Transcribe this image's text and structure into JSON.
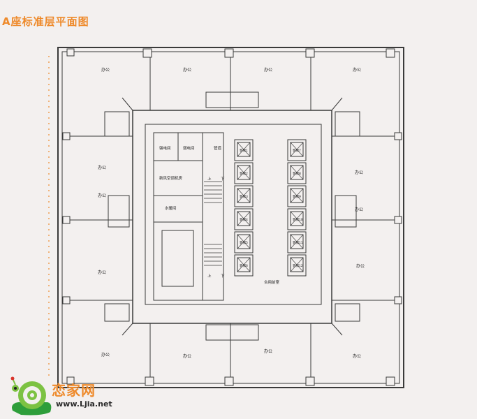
{
  "title": "A座标准层平面图",
  "offices": [
    "办公",
    "办公",
    "办公",
    "办公",
    "办公",
    "办公",
    "办公",
    "办公",
    "办公",
    "办公",
    "办公",
    "办公",
    "办公",
    "办公"
  ],
  "rooms": {
    "strong_power": "强电间",
    "weak_power": "弱电间",
    "equipment": "新风空调机房",
    "water_pipe": "水暖间",
    "pipe_shaft": "管道",
    "shared_front_room": "合用前室",
    "up1": "上",
    "down1": "下",
    "up2": "上",
    "down2": "下"
  },
  "elevators_left": [
    "客梯1",
    "客梯2",
    "客梯3",
    "客梯4",
    "客梯5",
    "客梯6"
  ],
  "elevators_right": [
    "客梯7",
    "客梯8",
    "客梯9",
    "客梯10",
    "客梯11",
    "客梯12"
  ],
  "watermark": {
    "brand": "恋家网",
    "url": "www.Ljia.net"
  },
  "colors": {
    "title": "#ee8a2b",
    "line": "#3a3a3a",
    "background": "#f3f0ef",
    "accent_red": "#d9342b"
  }
}
